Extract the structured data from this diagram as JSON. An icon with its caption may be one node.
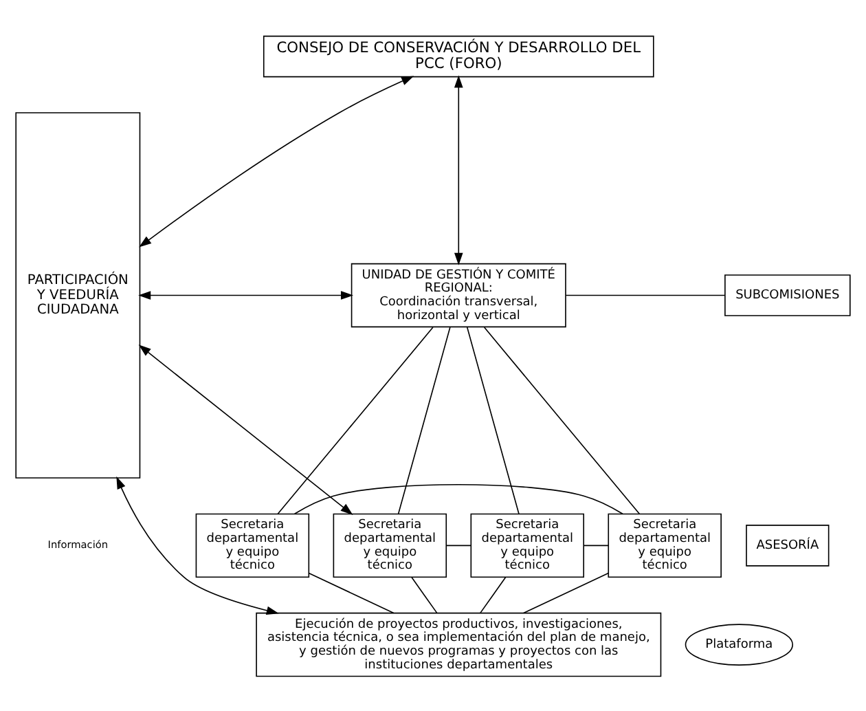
{
  "diagram": {
    "nodes": [
      {
        "text": [
          "PARTICIPACIÓN Y VEEDURÍA CIUDADANA"
        ]
      },
      {
        "text": [
          "CONSEJO DE CONSERVACIÓN Y DESARROLLO DEL PCC (FORO)"
        ]
      },
      {
        "text": [
          "UNIDAD DE GESTIÓN Y COMITÉ REGIONAL:",
          "Coordinación transversal, horizontal y vertical"
        ]
      },
      {
        "text": [
          "SUBCOMISIONES"
        ]
      },
      {
        "text": [
          "ASESORÍA"
        ]
      },
      {
        "text": [
          "Secretaria departamental y equipo técnico"
        ]
      },
      {
        "text": [
          "Secretaria departamental y equipo técnico"
        ]
      },
      {
        "text": [
          "Secretaria departamental y equipo técnico"
        ]
      },
      {
        "text": [
          "Secretaria departamental y equipo técnico"
        ]
      },
      {
        "text": [
          "Plataforma"
        ]
      },
      {
        "text": [
          "Ejecución de proyectos productivos, investigaciones, asistencia técnica, o sea implementación del plan de manejo, y gestión de nuevos programas y proyectos con las instituciones departamentales"
        ]
      }
    ],
    "edges": [
      {
        "from": 0,
        "to": 1,
        "arrow": "both"
      },
      {
        "from": 1,
        "to": 2,
        "arrow": "both"
      },
      {
        "from": 0,
        "to": 2,
        "arrow": "both"
      },
      {
        "from": 2,
        "to": 3,
        "arrow": "none"
      },
      {
        "from": 0,
        "to": 5,
        "arrow": "both"
      },
      {
        "from": 2,
        "to": 5,
        "arrow": "none"
      },
      {
        "from": 2,
        "to": 6,
        "arrow": "none"
      },
      {
        "from": 2,
        "to": 7,
        "arrow": "none"
      },
      {
        "from": 2,
        "to": 8,
        "arrow": "none"
      },
      {
        "from": 5,
        "to": 6,
        "arrow": "none"
      },
      {
        "from": 6,
        "to": 7,
        "arrow": "none"
      },
      {
        "from": 7,
        "to": 8,
        "arrow": "none"
      },
      {
        "from": 5,
        "to": 10,
        "arrow": "none"
      },
      {
        "from": 6,
        "to": 10,
        "arrow": "none"
      },
      {
        "from": 7,
        "to": 10,
        "arrow": "none"
      },
      {
        "from": 8,
        "to": 10,
        "arrow": "none"
      },
      {
        "from": 0,
        "to": 10,
        "arrow": "both"
      }
    ],
    "labels": [
      "Información"
    ]
  }
}
